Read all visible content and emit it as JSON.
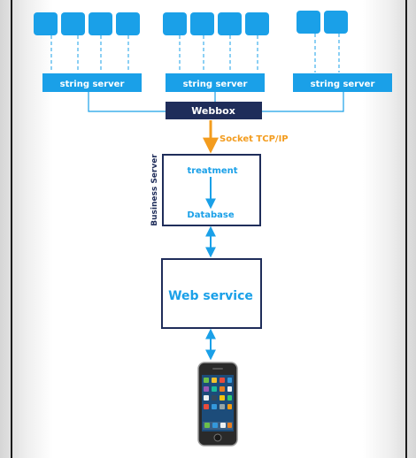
{
  "diagram": {
    "string_server_label": "string server",
    "webbox_label": "Webbox",
    "socket_label": "Socket TCP/IP",
    "business_server_label": "Business Server",
    "treatment_label": "treatment",
    "database_label": "Database",
    "web_service_label": "Web service",
    "device_label": "smartphone"
  },
  "colors": {
    "accent_blue": "#1aa0e8",
    "navy": "#1f2d5a",
    "orange": "#f39c1e"
  }
}
